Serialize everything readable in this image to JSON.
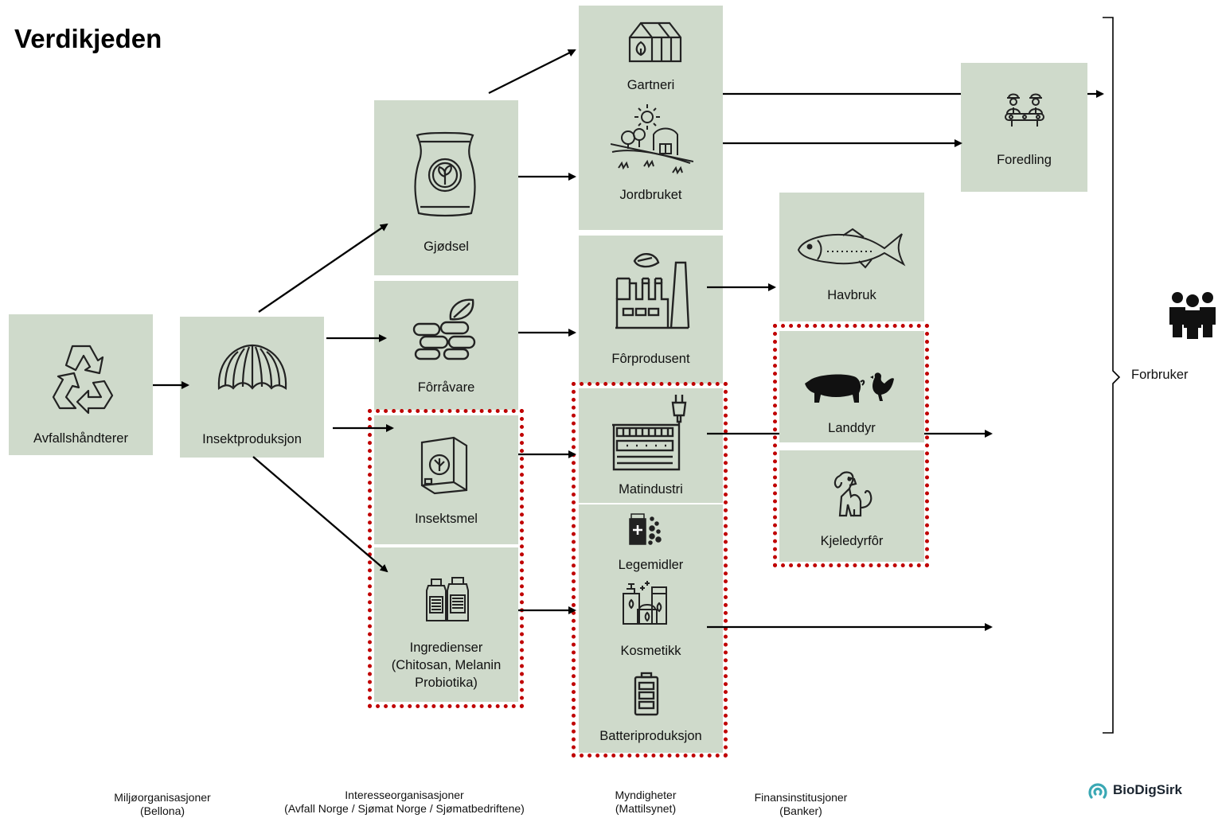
{
  "title": "Verdikjeden",
  "nodes": {
    "avfall": "Avfallshåndterer",
    "insekt": "Insektproduksjon",
    "gjodsel": "Gjødsel",
    "forravare": "Fôrråvare",
    "insektsmel": "Insektsmel",
    "ingredienser": [
      "Ingredienser",
      "(Chitosan, Melanin",
      "Probiotika)"
    ],
    "gartneri": "Gartneri",
    "jordbruket": "Jordbruket",
    "forprodusent": "Fôrprodusent",
    "matindustri": "Matindustri",
    "legemidler": "Legemidler",
    "kosmetikk": "Kosmetikk",
    "batteri": "Batteriproduksjon",
    "havbruk": "Havbruk",
    "landdyr": "Landdyr",
    "kjeledyr": "Kjeledyrfôr",
    "foredling": "Foredling"
  },
  "consumer": "Forbruker",
  "stakeholders": [
    {
      "name": "Miljøorganisasjoner",
      "detail": "(Bellona)"
    },
    {
      "name": "Interesseorganisasjoner",
      "detail": "(Avfall Norge / Sjømat Norge / Sjømatbedriftene)"
    },
    {
      "name": "Myndigheter",
      "detail": "(Mattilsynet)"
    },
    {
      "name": "Finansinstitusjoner",
      "detail": "(Banker)"
    }
  ],
  "logo": "BioDigSirk",
  "colors": {
    "box": "#cfdacb",
    "highlight": "#c00000"
  },
  "icons": [
    "recycle-icon",
    "insect-larva-icon",
    "fertilizer-bag-icon",
    "feed-pellets-icon",
    "meal-bag-icon",
    "ingredient-bottles-icon",
    "greenhouse-icon",
    "farm-icon",
    "factory-icon",
    "food-factory-icon",
    "medicine-icon",
    "cosmetics-icon",
    "battery-icon",
    "fish-icon",
    "pig-chicken-icon",
    "dog-icon",
    "processing-workers-icon",
    "people-icon"
  ]
}
